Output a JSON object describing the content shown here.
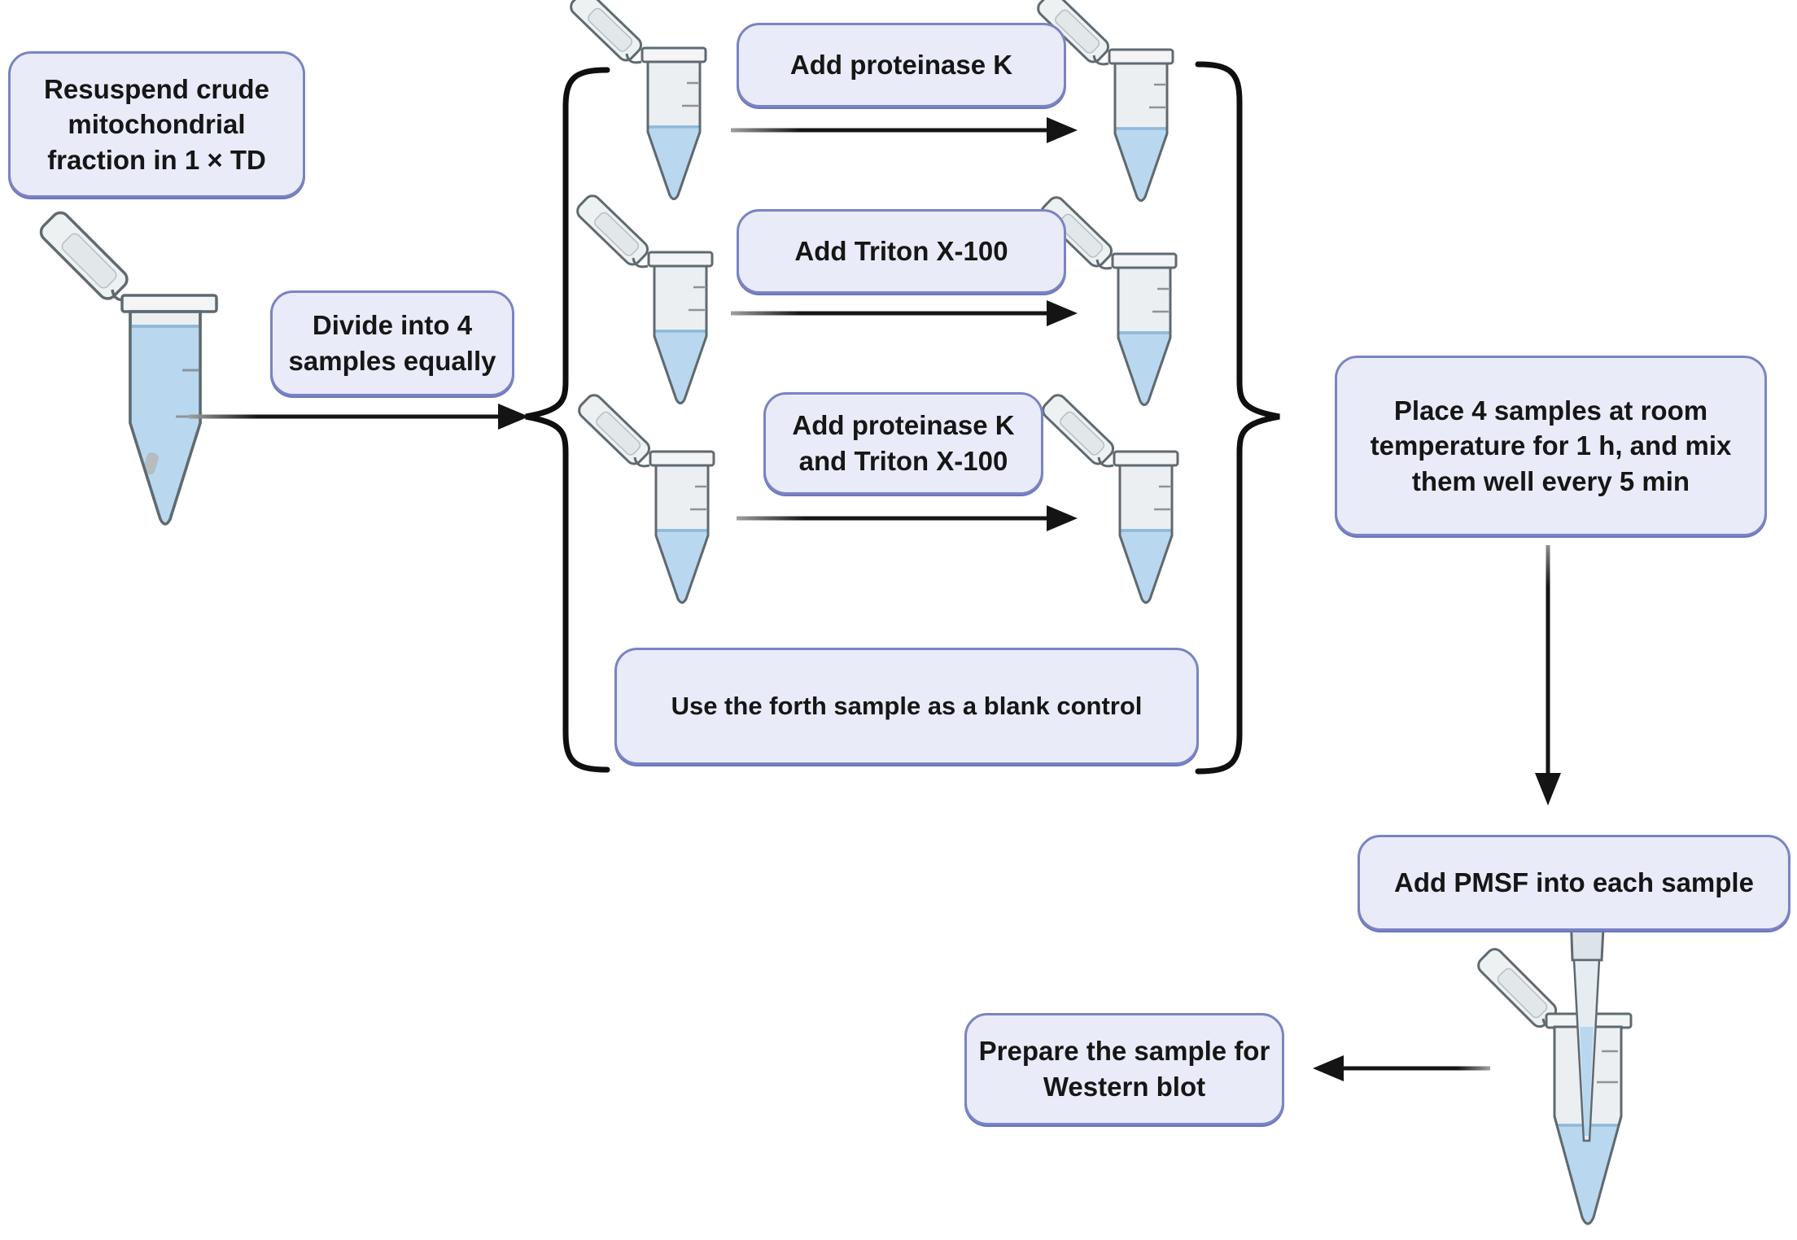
{
  "diagram": {
    "nodes": {
      "resuspend": {
        "label": "Resuspend crude mitochondrial fraction in 1 × TD"
      },
      "divide": {
        "label": "Divide into 4 samples equally"
      },
      "add_proteinase_k": {
        "label": "Add proteinase K"
      },
      "add_triton": {
        "label": "Add Triton X-100"
      },
      "add_both": {
        "label": "Add proteinase K and Triton X-100"
      },
      "blank_control": {
        "label": "Use the forth sample as a blank control"
      },
      "place_samples": {
        "label": "Place 4 samples at room temperature for 1 h, and mix them well every 5 min"
      },
      "add_pmsf": {
        "label": "Add PMSF into each sample"
      },
      "prepare_western": {
        "label": "Prepare the sample for Western blot"
      }
    },
    "icons": [
      "microcentrifuge-tube-full",
      "microcentrifuge-tube-sample-1-before",
      "microcentrifuge-tube-sample-1-after",
      "microcentrifuge-tube-sample-2-before",
      "microcentrifuge-tube-sample-2-after",
      "microcentrifuge-tube-sample-3-before",
      "microcentrifuge-tube-sample-3-after",
      "microcentrifuge-tube-with-pipette"
    ],
    "colors": {
      "node_fill": "#e9ebf8",
      "node_border": "#7a84c2",
      "text": "#161616",
      "arrow": "#141414",
      "tube_outline": "#5f6a70",
      "tube_body": "#eceff1",
      "liquid": "#b9d8ef",
      "liquid_edge": "#8fb9da"
    }
  }
}
